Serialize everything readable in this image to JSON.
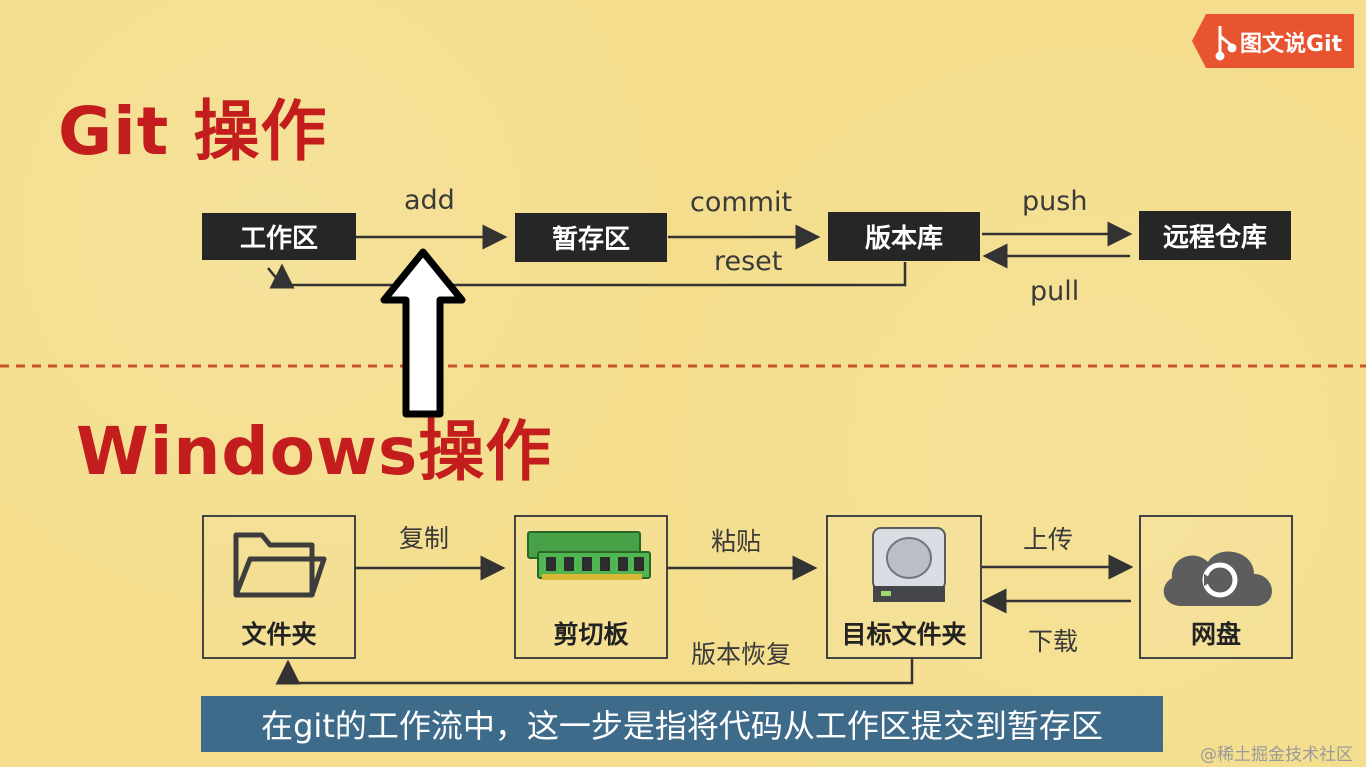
{
  "logo": {
    "text": "图文说Git"
  },
  "git_section": {
    "title": "Git 操作",
    "nodes": [
      "工作区",
      "暂存区",
      "版本库",
      "远程仓库"
    ],
    "ops": {
      "add": "add",
      "commit": "commit",
      "reset": "reset",
      "push": "push",
      "pull": "pull"
    }
  },
  "windows_section": {
    "title": "Windows操作",
    "nodes": [
      "文件夹",
      "剪切板",
      "目标文件夹",
      "网盘"
    ],
    "ops": {
      "copy": "复制",
      "paste": "粘贴",
      "restore": "版本恢复",
      "upload": "上传",
      "download": "下载"
    }
  },
  "subtitle": "在git的工作流中，这一步是指将代码从工作区提交到暂存区",
  "watermark": "@稀土掘金技术社区",
  "colors": {
    "background": "#f4de8d",
    "title_red": "#c41d1d",
    "node_dark": "#262626",
    "subtitle_bg": "#3f6b8a",
    "logo_orange": "#e8542f"
  }
}
